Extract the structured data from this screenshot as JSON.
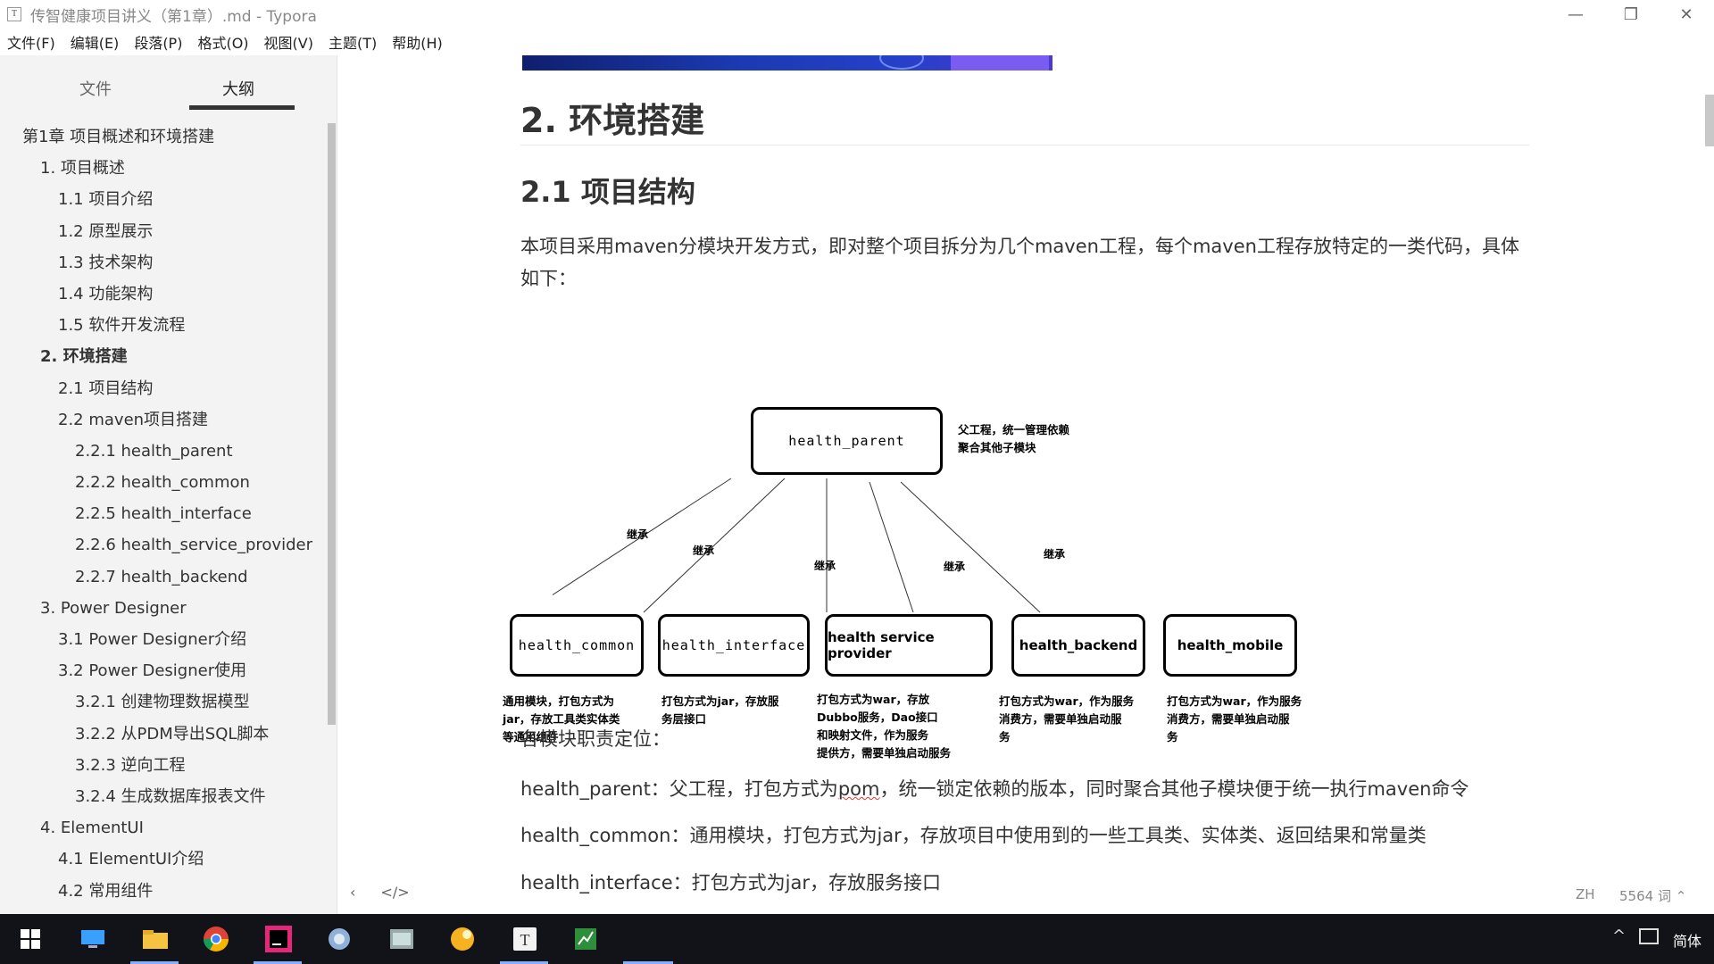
{
  "window": {
    "title": "传智健康项目讲义（第1章）.md - Typora",
    "app_icon": "T",
    "minimize_icon": "—",
    "maximize_icon": "❐",
    "close_icon": "✕"
  },
  "menu": [
    "文件(F)",
    "编辑(E)",
    "段落(P)",
    "格式(O)",
    "视图(V)",
    "主题(T)",
    "帮助(H)"
  ],
  "sidebar": {
    "tabs": [
      "文件",
      "大纲"
    ],
    "active_tab": "大纲",
    "outline": [
      {
        "text": "第1章 项目概述和环境搭建",
        "level": 0
      },
      {
        "text": "1. 项目概述",
        "level": 1
      },
      {
        "text": "1.1 项目介绍",
        "level": 2
      },
      {
        "text": "1.2 原型展示",
        "level": 2
      },
      {
        "text": "1.3 技术架构",
        "level": 2
      },
      {
        "text": "1.4 功能架构",
        "level": 2
      },
      {
        "text": "1.5 软件开发流程",
        "level": 2
      },
      {
        "text": "2. 环境搭建",
        "level": 1,
        "active": true
      },
      {
        "text": "2.1 项目结构",
        "level": 2
      },
      {
        "text": "2.2 maven项目搭建",
        "level": 2
      },
      {
        "text": "2.2.1 health_parent",
        "level": 3
      },
      {
        "text": "2.2.2 health_common",
        "level": 3
      },
      {
        "text": "2.2.5 health_interface",
        "level": 3
      },
      {
        "text": "2.2.6 health_service_provider",
        "level": 3
      },
      {
        "text": "2.2.7 health_backend",
        "level": 3
      },
      {
        "text": "3. Power Designer",
        "level": 1
      },
      {
        "text": "3.1 Power Designer介绍",
        "level": 2
      },
      {
        "text": "3.2 Power Designer使用",
        "level": 2
      },
      {
        "text": "3.2.1 创建物理数据模型",
        "level": 3
      },
      {
        "text": "3.2.2 从PDM导出SQL脚本",
        "level": 3
      },
      {
        "text": "3.2.3 逆向工程",
        "level": 3
      },
      {
        "text": "3.2.4 生成数据库报表文件",
        "level": 3
      },
      {
        "text": "4. ElementUI",
        "level": 1
      },
      {
        "text": "4.1 ElementUI介绍",
        "level": 2
      },
      {
        "text": "4.2 常用组件",
        "level": 2
      }
    ],
    "footer": {
      "back_icon": "‹",
      "source_icon": "</>"
    }
  },
  "content": {
    "h2": "2. 环境搭建",
    "h3": "2.1 项目结构",
    "intro": "本项目采用maven分模块开发方式，即对整个项目拆分为几个maven工程，每个maven工程存放特定的一类代码，具体如下：",
    "diagram": {
      "parent": {
        "name": "health_parent",
        "note": [
          "父工程，统一管理依赖",
          "聚合其他子模块"
        ]
      },
      "edge_label": "继承",
      "children": [
        {
          "name": "health_common",
          "note": [
            "通用模块，打包方式为",
            "jar，存放工具类实体类",
            "等通用组件"
          ]
        },
        {
          "name": "health_interface",
          "note": [
            "打包方式为jar，存放服",
            "务层接口"
          ]
        },
        {
          "name": "health service provider",
          "note": [
            "打包方式为war，存放",
            "Dubbo服务，Dao接口",
            "和映射文件，作为服务",
            "提供方，需要单独启动服务"
          ]
        },
        {
          "name": "health_backend",
          "note": [
            "打包方式为war，作为服务",
            "消费方，需要单独启动服",
            "务"
          ]
        },
        {
          "name": "health_mobile",
          "note": [
            "打包方式为war，作为服务",
            "消费方，需要单独启动服",
            "务"
          ]
        }
      ]
    },
    "responsibility_title": "各模块职责定位：",
    "responsibilities": [
      {
        "prefix": "health_parent：父工程，打包方式为",
        "underlined": "pom",
        "suffix": "，统一锁定依赖的版本，同时聚合其他子模块便于统一执行maven命令"
      },
      {
        "prefix": "health_common：通用模块，打包方式为jar，存放项目中使用到的一些工具类、实体类、返回结果和常量类",
        "underlined": "",
        "suffix": ""
      },
      {
        "prefix": "health_interface：打包方式为jar，存放服务接口",
        "underlined": "",
        "suffix": ""
      }
    ]
  },
  "status": {
    "lang": "ZH",
    "words": "5564 词 ⌃"
  },
  "taskbar": {
    "apps": [
      "windows-start",
      "desktop",
      "file-explorer",
      "chrome",
      "intellij-idea",
      "app-5",
      "app-6",
      "app-7",
      "typora",
      "app-9"
    ],
    "tray_up": "^",
    "ime": "简体"
  }
}
